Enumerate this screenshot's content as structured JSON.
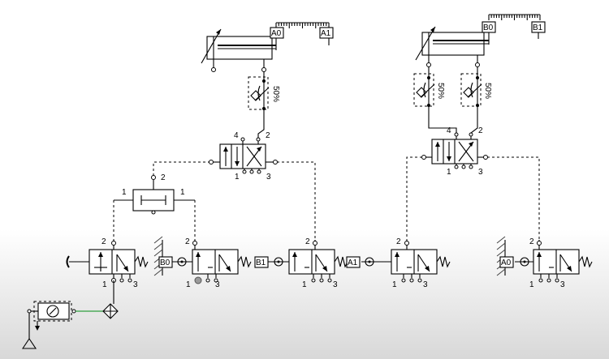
{
  "port_labels": {
    "p1": "1",
    "p2": "2",
    "p3": "3",
    "p4": "4"
  },
  "sensors": {
    "a0": "A0",
    "a1": "A1",
    "b0": "B0",
    "b1": "B1"
  },
  "throttle_setting": "50%",
  "colors": {
    "line": "#000000",
    "signal_line": "#2e9e3e",
    "pressed_port": "#9a9a9a",
    "background": "#ffffff",
    "bottom_shade": "#d8d8d8"
  }
}
